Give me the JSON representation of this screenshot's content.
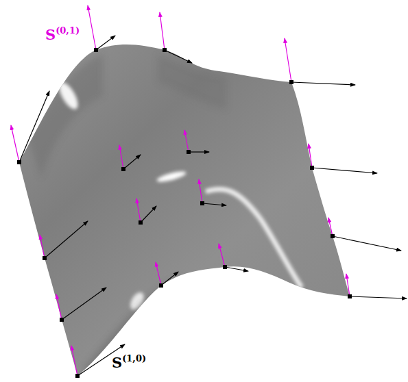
{
  "diagram": {
    "labels": [
      "S",
      "(0,1)",
      "S",
      "(1,0)"
    ]
  }
}
